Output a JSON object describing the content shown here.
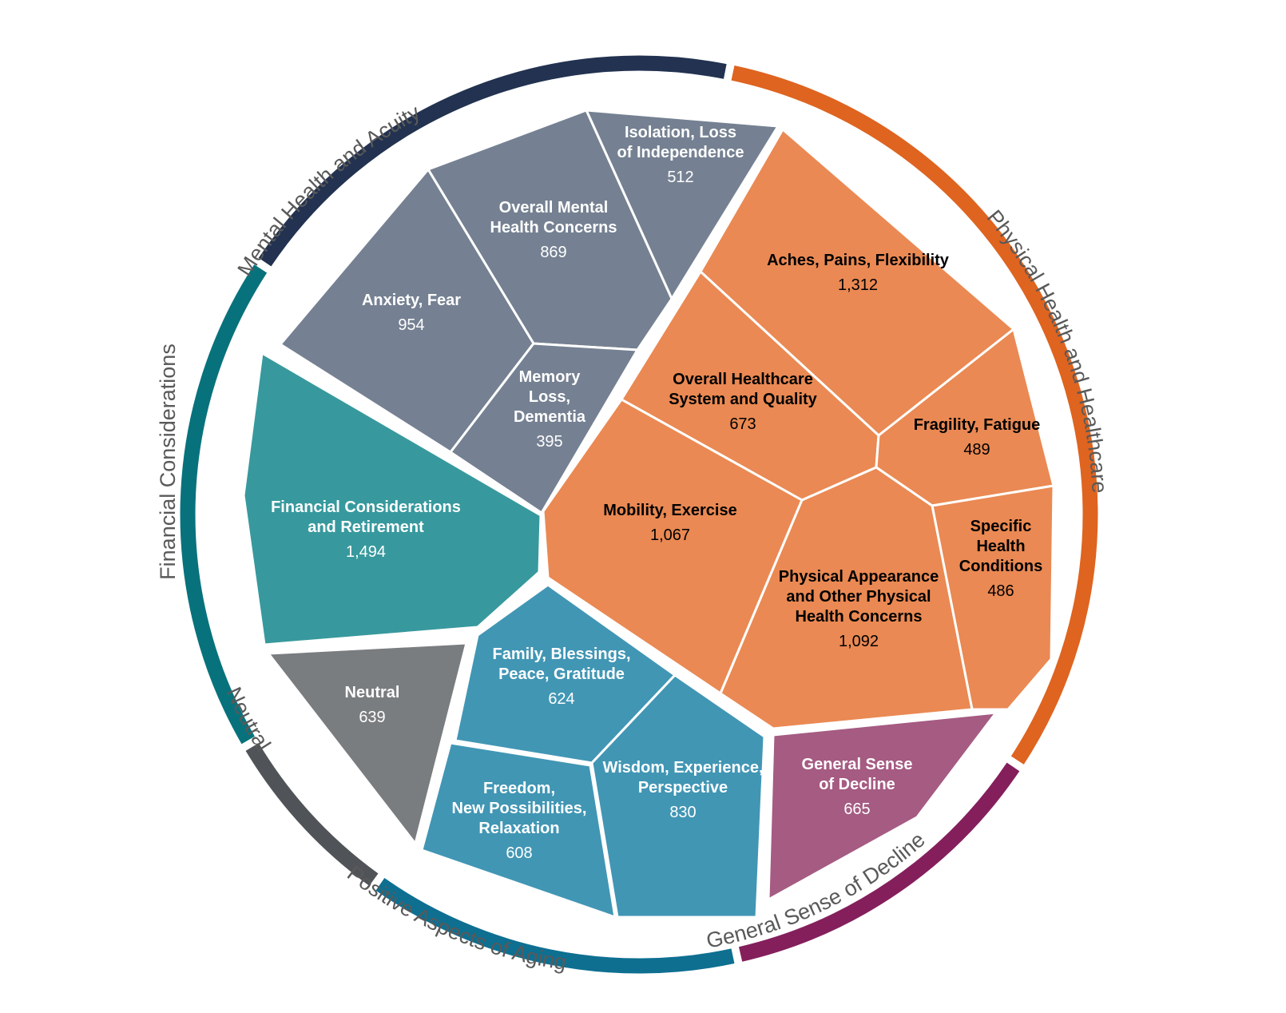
{
  "chart_data": {
    "type": "voronoi-treemap",
    "groups": [
      {
        "name": "Mental Health and Acuity",
        "color": "#223250",
        "cell_color": "#758192",
        "text_color": "#ffffff",
        "items": [
          {
            "label": [
              "Isolation, Loss",
              "of Independence"
            ],
            "value": "512"
          },
          {
            "label": [
              "Overall Mental",
              "Health Concerns"
            ],
            "value": "869"
          },
          {
            "label": [
              "Anxiety, Fear"
            ],
            "value": "954"
          },
          {
            "label": [
              "Memory",
              "Loss,",
              "Dementia"
            ],
            "value": "395"
          }
        ]
      },
      {
        "name": "Physical Health and Healthcare",
        "color": "#de6420",
        "cell_color": "#ea8953",
        "text_color": "#000000",
        "items": [
          {
            "label": [
              "Aches, Pains, Flexibility"
            ],
            "value": "1,312"
          },
          {
            "label": [
              "Overall Healthcare",
              "System and Quality"
            ],
            "value": "673"
          },
          {
            "label": [
              "Fragility, Fatigue"
            ],
            "value": "489"
          },
          {
            "label": [
              "Mobility, Exercise"
            ],
            "value": "1,067"
          },
          {
            "label": [
              "Specific",
              "Health",
              "Conditions"
            ],
            "value": "486"
          },
          {
            "label": [
              "Physical Appearance",
              "and Other Physical",
              "Health Concerns"
            ],
            "value": "1,092"
          }
        ]
      },
      {
        "name": "General Sense of Decline",
        "color": "#841f5c",
        "cell_color": "#a55b82",
        "text_color": "#ffffff",
        "items": [
          {
            "label": [
              "General Sense",
              "of Decline"
            ],
            "value": "665"
          }
        ]
      },
      {
        "name": "Positive Aspects of Aging",
        "color": "#0e6f91",
        "cell_color": "#4196b4",
        "text_color": "#ffffff",
        "items": [
          {
            "label": [
              "Family, Blessings,",
              "Peace, Gratitude"
            ],
            "value": "624"
          },
          {
            "label": [
              "Freedom,",
              "New Possibilities,",
              "Relaxation"
            ],
            "value": "608"
          },
          {
            "label": [
              "Wisdom, Experience,",
              "Perspective"
            ],
            "value": "830"
          }
        ]
      },
      {
        "name": "Neutral",
        "color": "#505458",
        "cell_color": "#7a7d7f",
        "text_color": "#ffffff",
        "items": [
          {
            "label": [
              "Neutral"
            ],
            "value": "639"
          }
        ]
      },
      {
        "name": "Financial Considerations",
        "color": "#08727c",
        "cell_color": "#37999d",
        "text_color": "#ffffff",
        "items": [
          {
            "label": [
              "Financial Considerations",
              "and Retirement"
            ],
            "value": "1,494"
          }
        ]
      }
    ]
  }
}
